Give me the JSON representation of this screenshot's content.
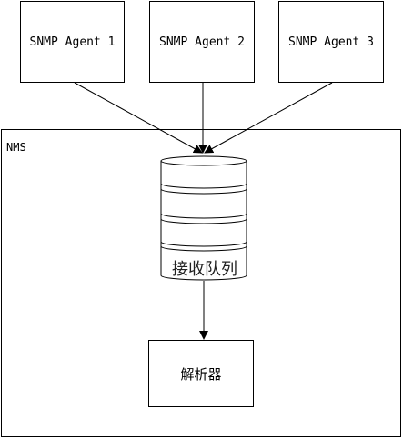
{
  "agents": [
    {
      "label": "SNMP Agent 1"
    },
    {
      "label": "SNMP Agent 2"
    },
    {
      "label": "SNMP Agent 3"
    }
  ],
  "nms": {
    "label": "NMS",
    "queue_label": "接收队列",
    "parser_label": "解析器"
  }
}
